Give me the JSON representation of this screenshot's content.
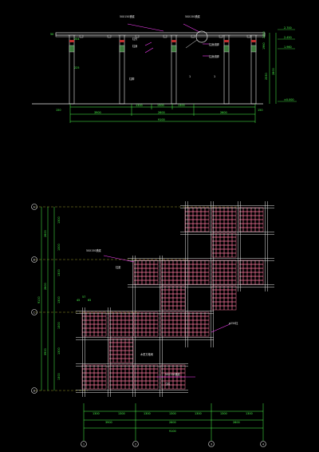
{
  "colors": {
    "background": "#000000",
    "dimension": "#4cff4c",
    "structure": "#e8e8e8",
    "column_fill": "#6b5a2a",
    "lattice": "#ff7aa0",
    "leader": "#ff40ff",
    "grid_dash": "#ffff40",
    "note": "#ffff40"
  },
  "elevation": {
    "notes": {
      "beam_a": "50X150横梁",
      "beam_b": "50X150横梁",
      "col_a": "柱头",
      "col_b": "柱身",
      "col_c": "柱脚",
      "col_d": "柱身线脚",
      "col_e": "柱身线脚",
      "side": "墙面线脚"
    },
    "dims_bottom_1": [
      "1300",
      "1300",
      "1300"
    ],
    "dims_bottom_2": [
      "3900",
      "2600",
      "2600"
    ],
    "dims_bottom_total": "9100",
    "side_dims": [
      "150",
      "150"
    ],
    "height_dims": [
      "2700",
      "2450",
      "1960",
      "2530",
      "2800"
    ],
    "elev_marks": [
      "2.700",
      "2.450",
      "1.960",
      "±0.000"
    ],
    "left_small": [
      "50",
      "225",
      "204"
    ]
  },
  "plan": {
    "axes": [
      "A",
      "B",
      "C",
      "D"
    ],
    "bottom_axes": [
      "1",
      "2",
      "3",
      "4"
    ],
    "left_dims_1": [
      "1300",
      "1300",
      "1300",
      "1300",
      "1300",
      "1300",
      "1300"
    ],
    "left_dims_2": [
      "2600",
      "2600",
      "3900"
    ],
    "left_total": "9100",
    "bottom_dims_1": [
      "1300",
      "1300",
      "1300",
      "1300",
      "1300",
      "1300",
      "1300"
    ],
    "bottom_dims_2": [
      "3900",
      "2600",
      "2600"
    ],
    "bottom_total": "9100",
    "notes": {
      "top": "50X150横梁",
      "top_sub": "柱梁",
      "mid": "木质方格网",
      "bottom": "50X150横梁",
      "bottom_sub": "立柱",
      "right": "φ250柱"
    },
    "small_dims": [
      "45",
      "65",
      "57",
      "225",
      "50"
    ]
  }
}
